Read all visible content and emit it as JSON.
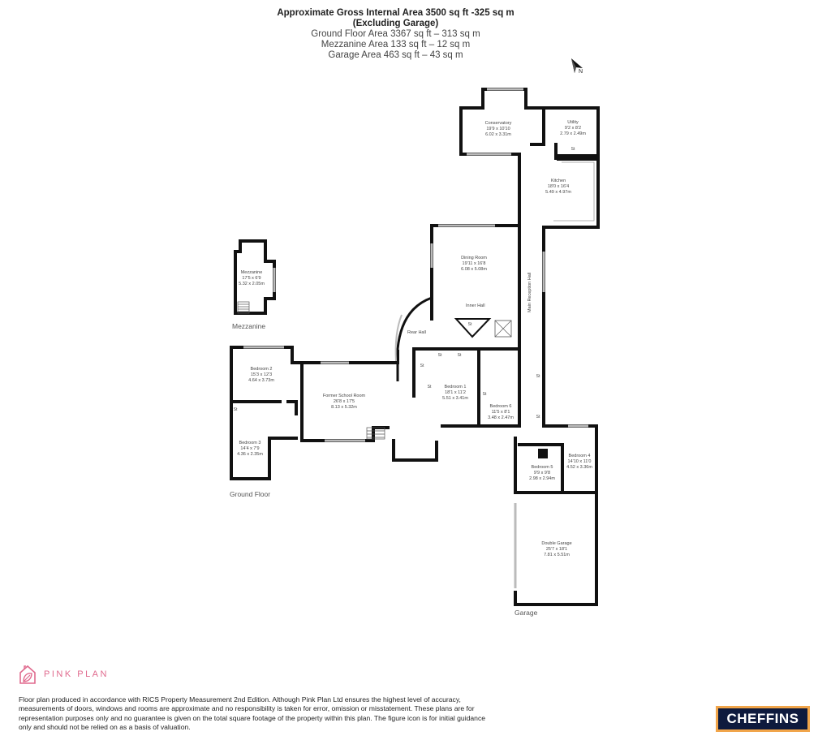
{
  "header": {
    "gross_area": "Approximate Gross Internal Area 3500 sq ft -325 sq m",
    "gross_note": "(Excluding Garage)",
    "ground_floor_area": "Ground Floor Area 3367 sq ft – 313 sq m",
    "mezzanine_area": "Mezzanine Area 133 sq ft – 12 sq m",
    "garage_area": "Garage Area 463 sq ft – 43 sq m"
  },
  "compass": {
    "icon": "north-arrow-icon",
    "label": "N"
  },
  "floors": {
    "mezzanine": "Mezzanine",
    "ground": "Ground Floor",
    "garage": "Garage"
  },
  "rooms": {
    "conservatory": {
      "name": "Conservatory",
      "imperial": "19'9 x 10'10",
      "metric": "6.02 x 3.31m"
    },
    "utility": {
      "name": "Utility",
      "imperial": "9'2 x 8'2",
      "metric": "2.79 x 2.49m"
    },
    "kitchen": {
      "name": "Kitchen",
      "imperial": "18'0 x 16'4",
      "metric": "5.49 x 4.97m"
    },
    "dining": {
      "name": "Dining Room",
      "imperial": "19'11 x 16'8",
      "metric": "6.08 x 5.08m"
    },
    "mezzanine": {
      "name": "Mezzanine",
      "imperial": "17'5 x 6'9",
      "metric": "5.32 x 2.05m"
    },
    "bedroom2": {
      "name": "Bedroom 2",
      "imperial": "15'3 x 12'3",
      "metric": "4.64 x 3.73m"
    },
    "bedroom3": {
      "name": "Bedroom 3",
      "imperial": "14'4 x 7'9",
      "metric": "4.36 x 2.35m"
    },
    "school_room": {
      "name": "Former School Room",
      "imperial": "26'8 x 17'5",
      "metric": "8.13 x 5.32m"
    },
    "bedroom1": {
      "name": "Bedroom 1",
      "imperial": "18'1 x 11'2",
      "metric": "5.51 x 3.41m"
    },
    "bedroom6": {
      "name": "Bedroom 6",
      "imperial": "11'5 x 8'1",
      "metric": "3.48 x 2.47m"
    },
    "bedroom4": {
      "name": "Bedroom 4",
      "imperial": "14'10 x 11'0",
      "metric": "4.52 x 3.36m"
    },
    "bedroom5": {
      "name": "Bedroom 5",
      "imperial": "9'9 x 9'8",
      "metric": "2.98 x 2.94m"
    },
    "garage": {
      "name": "Double Garage",
      "imperial": "25'7 x 18'1",
      "metric": "7.81 x 5.51m"
    }
  },
  "labels": {
    "inner_hall": "Inner Hall",
    "rear_hall": "Rear Hall",
    "main_hall": "Main Reception Hall",
    "store": "St"
  },
  "brand": {
    "name": "PINK PLAN",
    "icon": "pink-plan-house-logo-icon",
    "color": "#e06a8e"
  },
  "disclaimer": "Floor plan produced in accordance with RICS Property Measurement 2nd Edition. Although Pink Plan Ltd ensures the highest level of accuracy, measurements of doors, windows and rooms are approximate and no responsibility is taken for error, omission or misstatement. These plans are for representation purposes only and no guarantee is given on the total square footage of the property within this plan. The figure icon is for initial guidance only and should not be relied on as a basis of valuation.",
  "agent_logo": {
    "text": "CHEFFINS",
    "bg": "#0e1a3d",
    "border": "#f1a54a"
  }
}
